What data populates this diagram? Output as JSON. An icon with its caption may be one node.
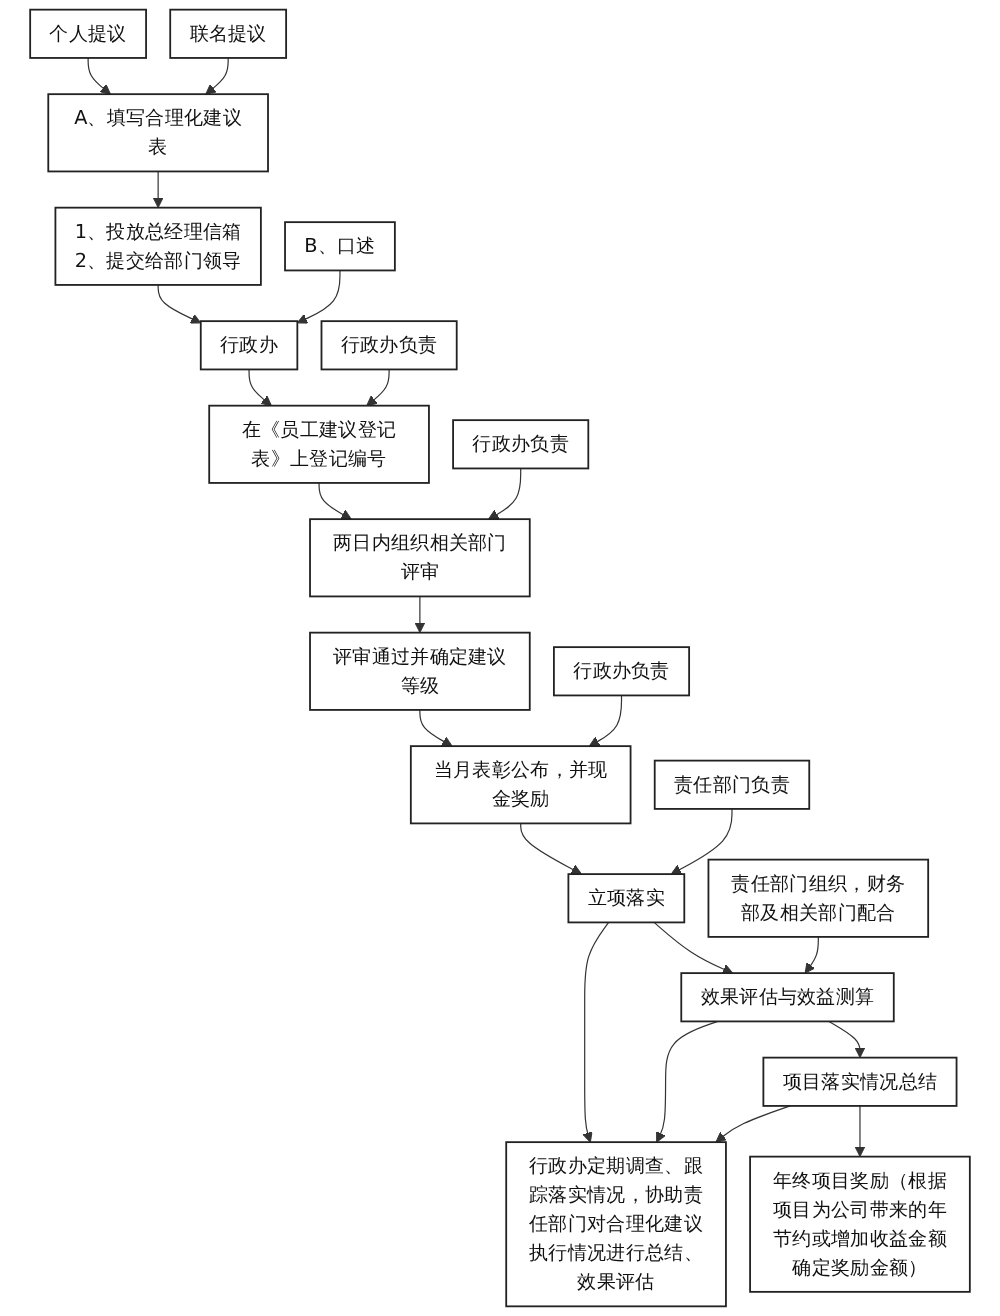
{
  "diagram": {
    "nodes": [
      {
        "text": [
          "个人提议"
        ]
      },
      {
        "text": [
          "联名提议"
        ]
      },
      {
        "text": [
          "A、填写合理化建议表"
        ]
      },
      {
        "text": [
          "B、口述"
        ]
      },
      {
        "text": [
          "1、投放总经理信箱",
          "2、提交给部门领导"
        ]
      },
      {
        "text": [
          "行政办"
        ]
      },
      {
        "text": [
          "行政办负责"
        ]
      },
      {
        "text": [
          "在《员工建议登记表》上登记编号"
        ]
      },
      {
        "text": [
          "行政办负责"
        ]
      },
      {
        "text": [
          "两日内组织相关部门评审"
        ]
      },
      {
        "text": [
          "评审通过并确定建议等级"
        ]
      },
      {
        "text": [
          "行政办负责"
        ]
      },
      {
        "text": [
          "当月表彰公布，并现金奖励"
        ]
      },
      {
        "text": [
          "责任部门负责"
        ]
      },
      {
        "text": [
          "立项落实"
        ]
      },
      {
        "text": [
          "责任部门组织，财务部及相关部门配合"
        ]
      },
      {
        "text": [
          "效果评估与效益测算"
        ]
      },
      {
        "text": [
          "项目落实情况总结"
        ]
      },
      {
        "text": [
          "行政办定期调查、跟踪落实情况，协助责任部门对合理化建议执行情况进行总结、效果评估"
        ]
      },
      {
        "text": [
          "年终项目奖励（根据项目为公司带来的年节约或增加收益金额确定奖励金额）"
        ]
      }
    ],
    "edges": [
      {
        "from": 0,
        "to": 2,
        "arrow": "to"
      },
      {
        "from": 1,
        "to": 2,
        "arrow": "to"
      },
      {
        "from": 2,
        "to": 4,
        "arrow": "to"
      },
      {
        "from": 4,
        "to": 5,
        "arrow": "to"
      },
      {
        "from": 3,
        "to": 5,
        "arrow": "to"
      },
      {
        "from": 5,
        "to": 7,
        "arrow": "to"
      },
      {
        "from": 6,
        "to": 7,
        "arrow": "to"
      },
      {
        "from": 7,
        "to": 9,
        "arrow": "to"
      },
      {
        "from": 8,
        "to": 9,
        "arrow": "to"
      },
      {
        "from": 9,
        "to": 10,
        "arrow": "to"
      },
      {
        "from": 10,
        "to": 12,
        "arrow": "to"
      },
      {
        "from": 11,
        "to": 12,
        "arrow": "to"
      },
      {
        "from": 12,
        "to": 14,
        "arrow": "to"
      },
      {
        "from": 13,
        "to": 14,
        "arrow": "to"
      },
      {
        "from": 14,
        "to": 16,
        "arrow": "to"
      },
      {
        "from": 15,
        "to": 16,
        "arrow": "to"
      },
      {
        "from": 16,
        "to": 17,
        "arrow": "to"
      },
      {
        "from": 14,
        "to": 18,
        "arrow": "to"
      },
      {
        "from": 16,
        "to": 18,
        "arrow": "to"
      },
      {
        "from": 17,
        "to": 18,
        "arrow": "to"
      },
      {
        "from": 17,
        "to": 19,
        "arrow": "to"
      }
    ]
  }
}
